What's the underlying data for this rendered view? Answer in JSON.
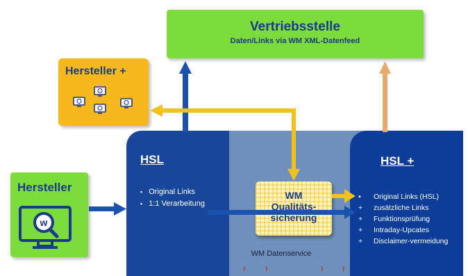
{
  "vertrieb": {
    "title": "Vertriebsstelle",
    "subtitle": "Daten/Links via WM XML-Datenfeed"
  },
  "hersteller_plus": {
    "title": "Hersteller +"
  },
  "hersteller": {
    "title": "Hersteller"
  },
  "hsl": {
    "title": "HSL",
    "items": [
      "Original Links",
      "1:1 Verarbeitung"
    ]
  },
  "hsl_plus": {
    "title": "HSL +",
    "items": [
      {
        "marker": "▪",
        "text": "Original Links (HSL)"
      },
      {
        "marker": "+",
        "text": "zusätzliche Links"
      },
      {
        "marker": "+",
        "text": "Funktionsprüfung"
      },
      {
        "marker": "+",
        "text": "Intraday-Upcates"
      },
      {
        "marker": "+",
        "text": "Disclaimer-vermeidung"
      }
    ]
  },
  "wm_quality": {
    "line1": "WM",
    "line2": "Qualitäts-",
    "line3": "sicherung"
  },
  "datenservice": "WM Datenservice",
  "colors": {
    "green": "#7cdc3c",
    "orange": "#f6b81c",
    "navy": "#17469a",
    "arrow_blue": "#1a52b0",
    "arrow_yellow": "#f2c21c",
    "arrow_peach": "#e9a96a"
  }
}
